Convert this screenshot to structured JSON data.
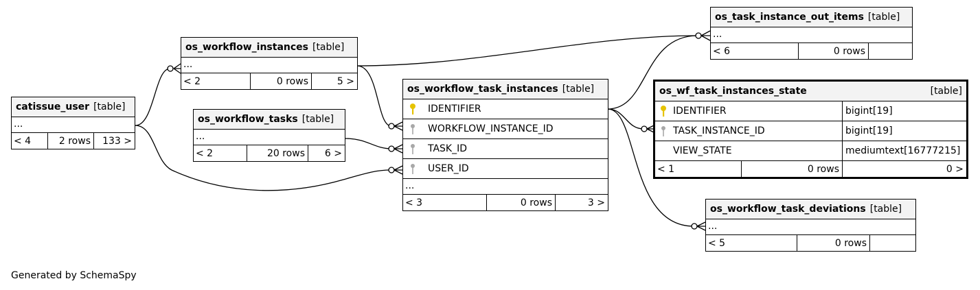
{
  "credit": "Generated by SchemaSpy",
  "table_type": "[table]",
  "ellipsis": "...",
  "tables": {
    "catissue_user": {
      "name": "catissue_user",
      "parents": "< 4",
      "rows": "2 rows",
      "children": "133 >"
    },
    "os_workflow_instances": {
      "name": "os_workflow_instances",
      "parents": "< 2",
      "rows": "0 rows",
      "children": "5 >"
    },
    "os_workflow_tasks": {
      "name": "os_workflow_tasks",
      "parents": "< 2",
      "rows": "20 rows",
      "children": "6 >"
    },
    "os_workflow_task_instances": {
      "name": "os_workflow_task_instances",
      "columns": [
        "IDENTIFIER",
        "WORKFLOW_INSTANCE_ID",
        "TASK_ID",
        "USER_ID"
      ],
      "parents": "< 3",
      "rows": "0 rows",
      "children": "3 >"
    },
    "os_task_instance_out_items": {
      "name": "os_task_instance_out_items",
      "parents": "< 6",
      "rows": "0 rows",
      "children": ""
    },
    "os_wf_task_instances_state": {
      "name": "os_wf_task_instances_state",
      "columns": [
        {
          "name": "IDENTIFIER",
          "type": "bigint[19]"
        },
        {
          "name": "TASK_INSTANCE_ID",
          "type": "bigint[19]"
        },
        {
          "name": "VIEW_STATE",
          "type": "mediumtext[16777215]"
        }
      ],
      "parents": "< 1",
      "rows": "0 rows",
      "children": "0 >"
    },
    "os_workflow_task_deviations": {
      "name": "os_workflow_task_deviations",
      "parents": "< 5",
      "rows": "0 rows",
      "children": ""
    }
  },
  "colors": {
    "header_bg": "#f3f3f3",
    "primary_key": "#e6c300",
    "foreign_key": "#a8a8a8",
    "line": "#000000"
  }
}
